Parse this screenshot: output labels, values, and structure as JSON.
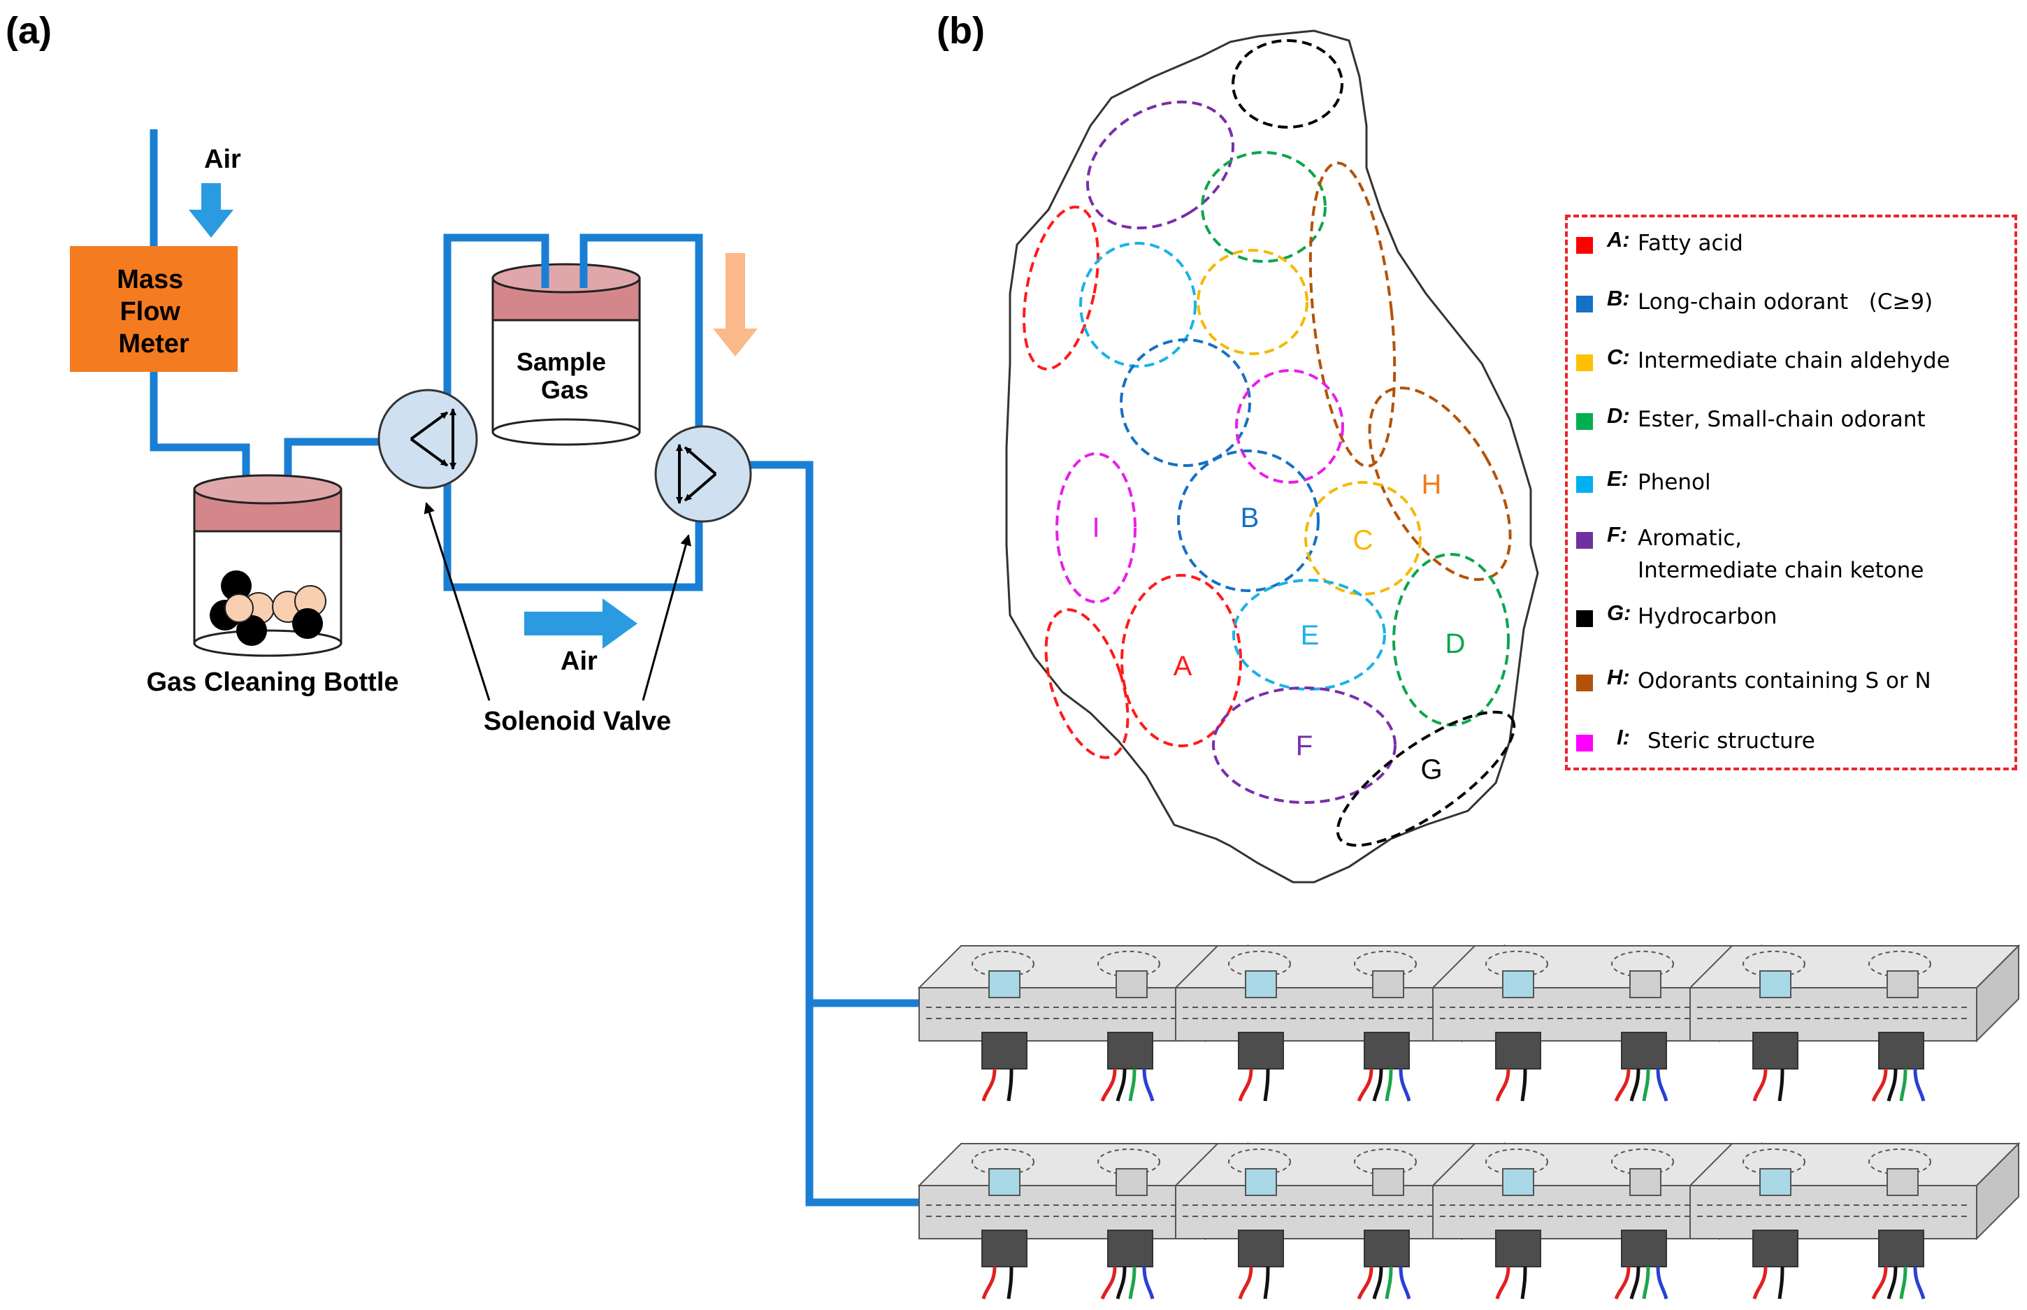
{
  "panels": {
    "a": "(a)",
    "b": "(b)"
  },
  "setup": {
    "air_top": "Air",
    "mass_flow_meter": [
      "Mass",
      "Flow",
      "Meter"
    ],
    "sample_gas": [
      "Sample",
      "Gas"
    ],
    "gas_cleaning_bottle": "Gas Cleaning Bottle",
    "air_bottom": "Air",
    "solenoid_valve": "Solenoid Valve"
  },
  "map_regions": [
    {
      "key": "A",
      "color": "#ff1a1a"
    },
    {
      "key": "B",
      "color": "#1670c4"
    },
    {
      "key": "C",
      "color": "#f5b800"
    },
    {
      "key": "D",
      "color": "#0aa64b"
    },
    {
      "key": "E",
      "color": "#19b2e6"
    },
    {
      "key": "F",
      "color": "#7a2ea8"
    },
    {
      "key": "G",
      "color": "#000000"
    },
    {
      "key": "H",
      "color": "#f07a1a"
    },
    {
      "key": "I",
      "color": "#e81ee8"
    }
  ],
  "legend": [
    {
      "key": "A:",
      "text": "Fatty acid",
      "color": "#ff0000"
    },
    {
      "key": "B:",
      "text": "Long-chain odorant   (C≥9)",
      "color": "#1670c4"
    },
    {
      "key": "C:",
      "text": "Intermediate chain aldehyde",
      "color": "#ffc000"
    },
    {
      "key": "D:",
      "text": "Ester, Small-chain odorant",
      "color": "#00b050"
    },
    {
      "key": "E:",
      "text": "Phenol",
      "color": "#00b0f0"
    },
    {
      "key": "F:",
      "text": "Aromatic,\nIntermediate chain ketone",
      "color": "#7030a0"
    },
    {
      "key": "G:",
      "text": "Hydrocarbon",
      "color": "#000000"
    },
    {
      "key": "H:",
      "text": "Odorants containing S or N",
      "color": "#b35309"
    },
    {
      "key": "I:",
      "text": "Steric structure",
      "color": "#ff00ff"
    }
  ],
  "colors": {
    "pipe": "#1a7fd4",
    "mass_flow_meter": "#f47b20",
    "flow_arrow": "#2a9be0",
    "sample_arrow": "#fbb98a",
    "valve": "#cfe0f0",
    "bottle_cap": "#d4878b"
  }
}
